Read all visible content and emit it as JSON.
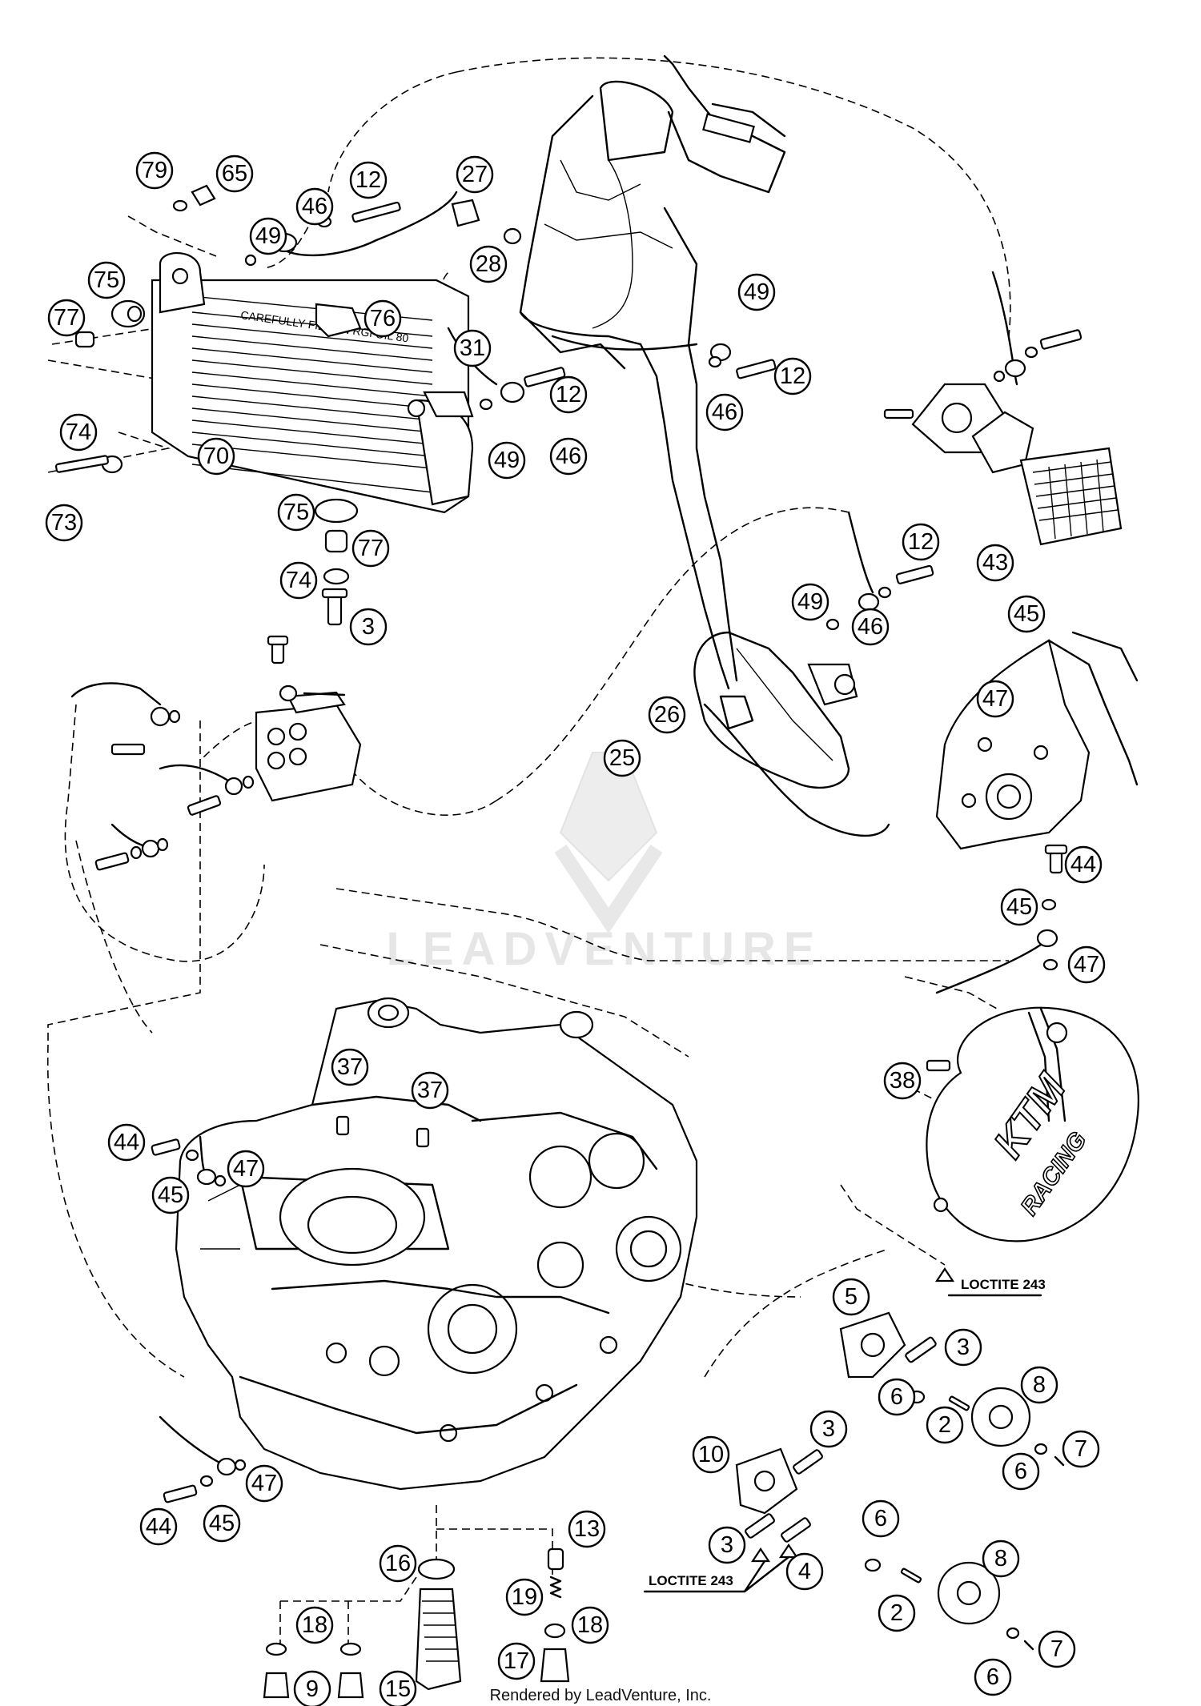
{
  "diagram": {
    "watermark": "LEADVENTURE",
    "footer": "Rendered by LeadVenture, Inc.",
    "notes": [
      "LOCTITE 243",
      "LOCTITE 243"
    ],
    "cover_text": [
      "KTM",
      "RACING"
    ],
    "radiator_text": "CAREFULLY FILL ON RGI OIL 80",
    "callouts": [
      {
        "id": "c1",
        "label": "79"
      },
      {
        "id": "c2",
        "label": "65"
      },
      {
        "id": "c3",
        "label": "12"
      },
      {
        "id": "c4",
        "label": "46"
      },
      {
        "id": "c5",
        "label": "49"
      },
      {
        "id": "c6",
        "label": "75"
      },
      {
        "id": "c7",
        "label": "77"
      },
      {
        "id": "c8",
        "label": "76"
      },
      {
        "id": "c9",
        "label": "74"
      },
      {
        "id": "c10",
        "label": "70"
      },
      {
        "id": "c11",
        "label": "73"
      },
      {
        "id": "c12",
        "label": "27"
      },
      {
        "id": "c13",
        "label": "28"
      },
      {
        "id": "c14",
        "label": "49"
      },
      {
        "id": "c15",
        "label": "31"
      },
      {
        "id": "c16",
        "label": "12"
      },
      {
        "id": "c17",
        "label": "12"
      },
      {
        "id": "c18",
        "label": "46"
      },
      {
        "id": "c19",
        "label": "49"
      },
      {
        "id": "c20",
        "label": "46"
      },
      {
        "id": "c21",
        "label": "75"
      },
      {
        "id": "c22",
        "label": "77"
      },
      {
        "id": "c23",
        "label": "74"
      },
      {
        "id": "c24",
        "label": "3"
      },
      {
        "id": "c25",
        "label": "12"
      },
      {
        "id": "c26",
        "label": "49"
      },
      {
        "id": "c27",
        "label": "46"
      },
      {
        "id": "c28",
        "label": "43"
      },
      {
        "id": "c29",
        "label": "45"
      },
      {
        "id": "c30",
        "label": "47"
      },
      {
        "id": "c31",
        "label": "26"
      },
      {
        "id": "c32",
        "label": "25"
      },
      {
        "id": "c33",
        "label": "44"
      },
      {
        "id": "c34",
        "label": "45"
      },
      {
        "id": "c35",
        "label": "47"
      },
      {
        "id": "c36",
        "label": "38"
      },
      {
        "id": "c37",
        "label": "37"
      },
      {
        "id": "c38",
        "label": "37"
      },
      {
        "id": "c39",
        "label": "44"
      },
      {
        "id": "c40",
        "label": "45"
      },
      {
        "id": "c41",
        "label": "47"
      },
      {
        "id": "c42",
        "label": "5"
      },
      {
        "id": "c43",
        "label": "3"
      },
      {
        "id": "c44",
        "label": "8"
      },
      {
        "id": "c45",
        "label": "6"
      },
      {
        "id": "c46",
        "label": "2"
      },
      {
        "id": "c47",
        "label": "6"
      },
      {
        "id": "c48",
        "label": "7"
      },
      {
        "id": "c49",
        "label": "10"
      },
      {
        "id": "c50",
        "label": "3"
      },
      {
        "id": "c51",
        "label": "3"
      },
      {
        "id": "c52",
        "label": "4"
      },
      {
        "id": "c53",
        "label": "6"
      },
      {
        "id": "c54",
        "label": "8"
      },
      {
        "id": "c55",
        "label": "2"
      },
      {
        "id": "c56",
        "label": "6"
      },
      {
        "id": "c57",
        "label": "7"
      },
      {
        "id": "c58",
        "label": "47"
      },
      {
        "id": "c59",
        "label": "44"
      },
      {
        "id": "c60",
        "label": "45"
      },
      {
        "id": "c61",
        "label": "13"
      },
      {
        "id": "c62",
        "label": "16"
      },
      {
        "id": "c63",
        "label": "19"
      },
      {
        "id": "c64",
        "label": "18"
      },
      {
        "id": "c65",
        "label": "18"
      },
      {
        "id": "c66",
        "label": "17"
      },
      {
        "id": "c67",
        "label": "15"
      },
      {
        "id": "c68",
        "label": "9"
      }
    ]
  }
}
